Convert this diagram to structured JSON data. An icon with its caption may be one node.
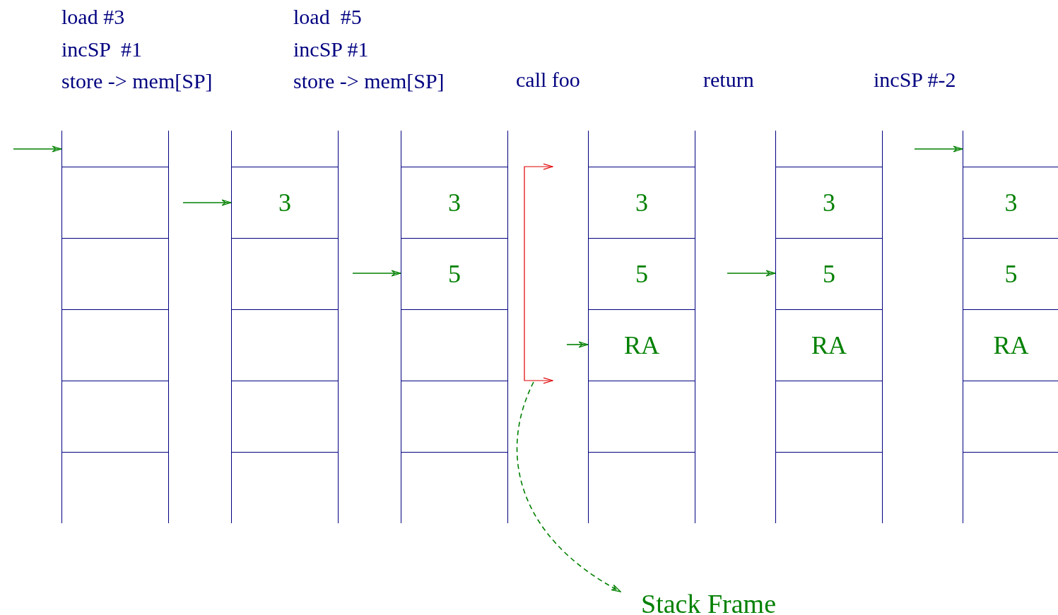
{
  "diagram": {
    "nodes": [
      {
        "text": [],
        "shape": "box"
      },
      {
        "text": [],
        "shape": "box"
      },
      {
        "text": [],
        "shape": "box"
      },
      {
        "text": [],
        "shape": "box"
      },
      {
        "text": [],
        "shape": "box"
      },
      {
        "text": [],
        "shape": "box"
      },
      {
        "text": [],
        "shape": "box"
      },
      {
        "text": [
          "3"
        ]
      },
      {
        "text": [],
        "shape": "box"
      },
      {
        "text": [],
        "shape": "box"
      },
      {
        "text": [],
        "shape": "box"
      },
      {
        "text": [],
        "shape": "box"
      },
      {
        "text": [],
        "shape": "box"
      },
      {
        "text": [
          "3"
        ]
      },
      {
        "text": [
          "5"
        ]
      },
      {
        "text": [],
        "shape": "box"
      },
      {
        "text": [],
        "shape": "box"
      },
      {
        "text": [],
        "shape": "box"
      },
      {
        "text": [],
        "shape": "box"
      },
      {
        "text": [
          "3"
        ]
      },
      {
        "text": [
          "5"
        ]
      },
      {
        "text": [
          "RA"
        ]
      },
      {
        "text": [],
        "shape": "box"
      },
      {
        "text": [],
        "shape": "box"
      },
      {
        "text": [],
        "shape": "box"
      },
      {
        "text": [
          "3"
        ]
      },
      {
        "text": [
          "5"
        ]
      },
      {
        "text": [
          "RA"
        ]
      },
      {
        "text": [],
        "shape": "box"
      },
      {
        "text": [],
        "shape": "box"
      },
      {
        "text": [],
        "shape": "box"
      },
      {
        "text": [
          "3"
        ]
      },
      {
        "text": [
          "5"
        ]
      },
      {
        "text": [
          "RA"
        ]
      },
      {
        "text": [],
        "shape": "box"
      },
      {
        "text": [],
        "shape": "box"
      },
      {
        "text": [
          "Stack Frame"
        ]
      },
      {
        "text": [],
        "shape": "bracket"
      }
    ],
    "edges": [
      {
        "from": null,
        "to": 0,
        "arrow": "to"
      },
      {
        "from": null,
        "to": 7,
        "arrow": "to"
      },
      {
        "from": null,
        "to": 14,
        "arrow": "to"
      },
      {
        "from": null,
        "to": 21,
        "arrow": "to"
      },
      {
        "from": null,
        "to": 26,
        "arrow": "to"
      },
      {
        "from": null,
        "to": 30,
        "arrow": "to"
      },
      {
        "from": 37,
        "to": 36,
        "arrow": "to",
        "style": "dashed"
      }
    ],
    "labels": [
      "load #3",
      "incSP  #1",
      "store -> mem[SP]",
      "load  #5",
      "incSP #1",
      "store -> mem[SP]",
      "call foo",
      "return",
      "incSP #-2"
    ]
  }
}
